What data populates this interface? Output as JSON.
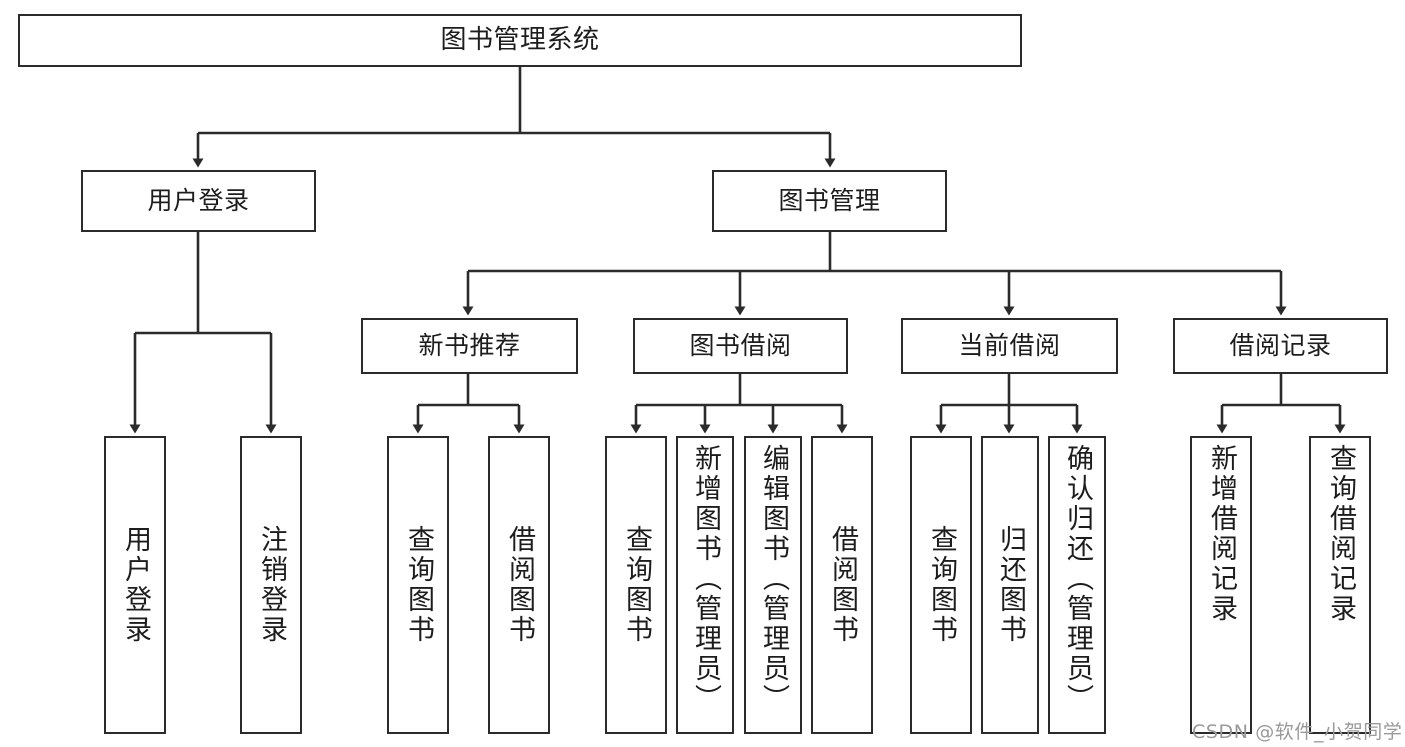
{
  "diagram": {
    "type": "tree",
    "title": "图书管理系统",
    "stroke_color": "#2b2b2b",
    "fill_color": "#ffffff",
    "text_color": "#1d1d1d",
    "root": {
      "label": "图书管理系统"
    },
    "level2": [
      {
        "label": "用户登录"
      },
      {
        "label": "图书管理"
      }
    ],
    "level3": [
      {
        "label": "新书推荐"
      },
      {
        "label": "图书借阅"
      },
      {
        "label": "当前借阅"
      },
      {
        "label": "借阅记录"
      }
    ],
    "leaves": {
      "user_login": [
        {
          "label": "用户登录"
        },
        {
          "label": "注销登录"
        }
      ],
      "new_book": [
        {
          "label": "查询图书"
        },
        {
          "label": "借阅图书"
        }
      ],
      "book_borrow": [
        {
          "label": "查询图书"
        },
        {
          "label": "新增图书（管理员）"
        },
        {
          "label": "编辑图书（管理员）"
        },
        {
          "label": "借阅图书"
        }
      ],
      "current_borrow": [
        {
          "label": "查询图书"
        },
        {
          "label": "归还图书"
        },
        {
          "label": "确认归还（管理员）"
        }
      ],
      "borrow_record": [
        {
          "label": "新增借阅记录"
        },
        {
          "label": "查询借阅记录"
        }
      ]
    }
  },
  "watermark": {
    "text": "CSDN @软件_小贺同学"
  }
}
